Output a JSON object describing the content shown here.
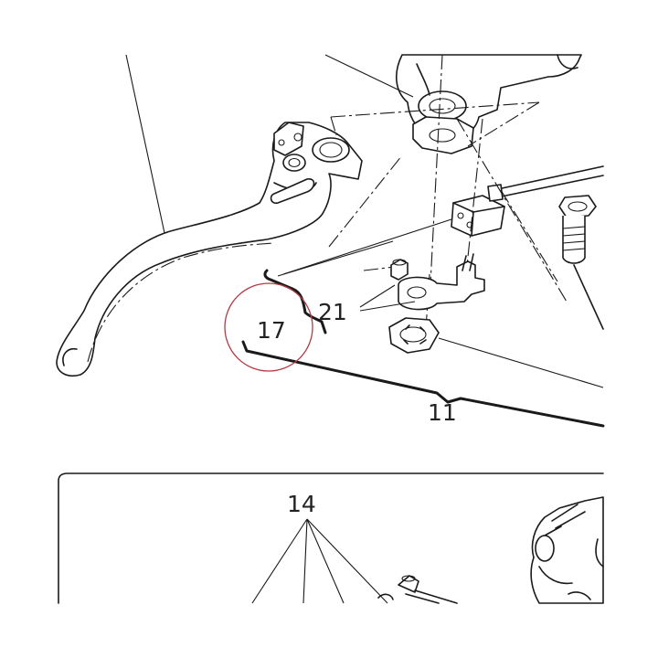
{
  "callouts": {
    "c17": "17",
    "c21": "21",
    "c11": "11",
    "c14": "14"
  },
  "colors": {
    "line": "#1a1a1a",
    "highlight_circle": "#b53a45",
    "background": "#ffffff"
  }
}
